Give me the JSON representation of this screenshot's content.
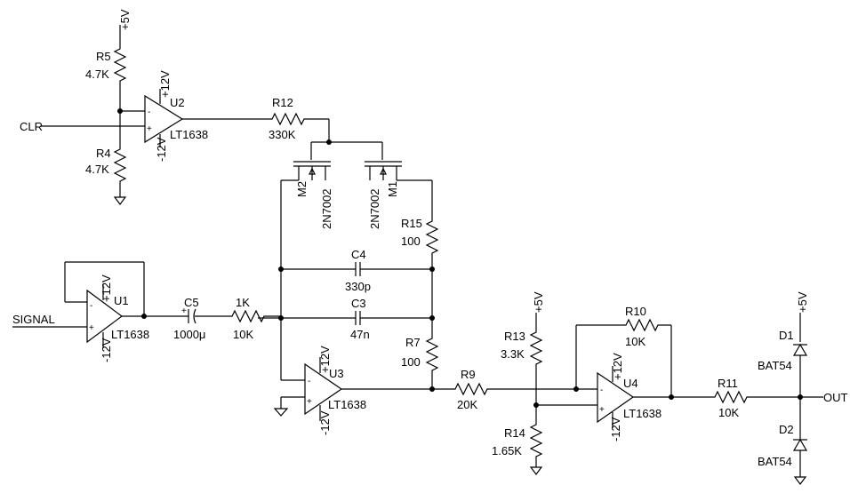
{
  "rails": {
    "p5": "+5V",
    "p12": "+12V",
    "m12": "-12V"
  },
  "nets": {
    "clr": "CLR",
    "signal": "SIGNAL",
    "out": "OUT"
  },
  "components": {
    "r5": {
      "ref": "R5",
      "value": "4.7K"
    },
    "r4": {
      "ref": "R4",
      "value": "4.7K"
    },
    "r12": {
      "ref": "R12",
      "value": "330K"
    },
    "r15": {
      "ref": "R15",
      "value": "100"
    },
    "r7": {
      "ref": "R7",
      "value": "100"
    },
    "r9": {
      "ref": "R9",
      "value": "20K"
    },
    "r13": {
      "ref": "R13",
      "value": "3.3K"
    },
    "r14": {
      "ref": "R14",
      "value": "1.65K"
    },
    "r10": {
      "ref": "R10",
      "value": "10K"
    },
    "r11": {
      "ref": "R11",
      "value": "10K"
    },
    "r1k": {
      "ref": "1K",
      "value": "10K"
    },
    "c5": {
      "ref": "C5",
      "value": "1000μ"
    },
    "c4": {
      "ref": "C4",
      "value": "330p"
    },
    "c3": {
      "ref": "C3",
      "value": "47n"
    },
    "m1": {
      "ref": "M1",
      "value": "2N7002"
    },
    "m2": {
      "ref": "M2",
      "value": "2N7002"
    },
    "u1": {
      "ref": "U1",
      "value": "LT1638"
    },
    "u2": {
      "ref": "U2",
      "value": "LT1638"
    },
    "u3": {
      "ref": "U3",
      "value": "LT1638"
    },
    "u4": {
      "ref": "U4",
      "value": "LT1638"
    },
    "d1": {
      "ref": "D1",
      "value": "BAT54"
    },
    "d2": {
      "ref": "D2",
      "value": "BAT54"
    }
  },
  "pins": {
    "plus": "+",
    "minus": "-"
  }
}
